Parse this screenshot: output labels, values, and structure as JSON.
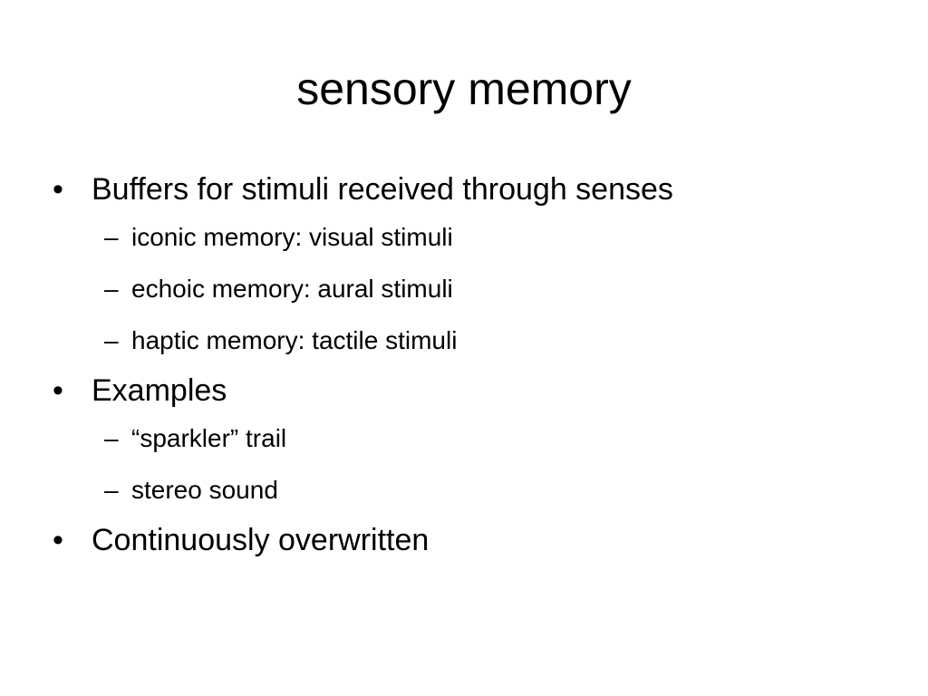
{
  "slide": {
    "title": "sensory memory",
    "bullets": [
      {
        "text": "Buffers for stimuli received through senses",
        "subitems": [
          "iconic memory: visual stimuli",
          "echoic memory: aural stimuli",
          "haptic memory: tactile stimuli"
        ]
      },
      {
        "text": "Examples",
        "subitems": [
          "“sparkler” trail",
          "stereo sound"
        ]
      },
      {
        "text": "Continuously overwritten",
        "subitems": []
      }
    ],
    "markers": {
      "level1": "•",
      "level2": "–"
    }
  }
}
